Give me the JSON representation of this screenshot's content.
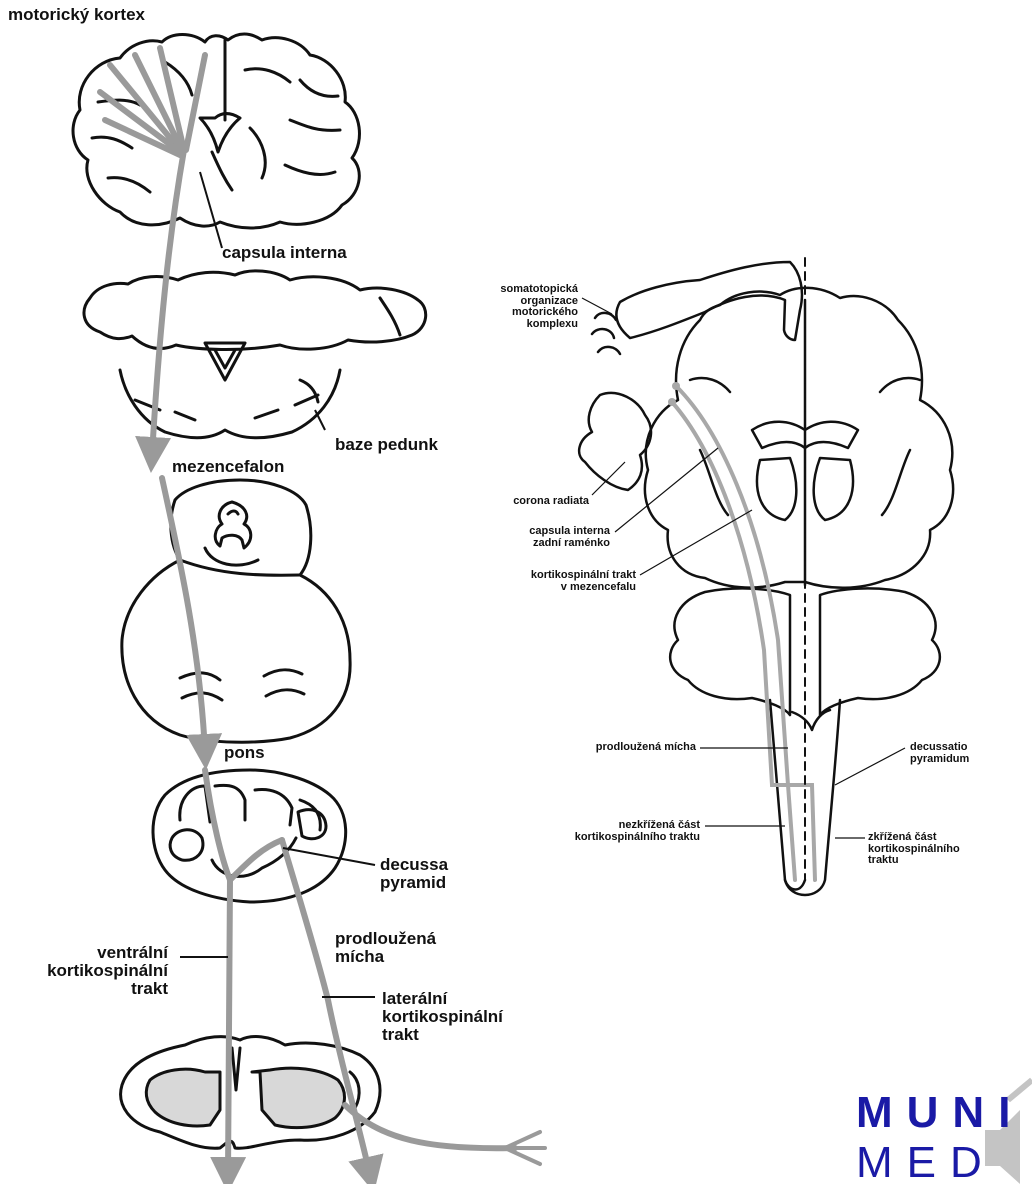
{
  "left_diagram": {
    "labels": {
      "motor_cortex": "motorický kortex",
      "internal_capsule": "capsula interna",
      "peduncle_base": "baze pedunk",
      "midbrain": "mezencefalon",
      "pons": "pons",
      "decussation": "decussa\npyramid",
      "medulla": "prodloužená\nmícha",
      "ventral_tract": "ventrální\nkortikospinální\ntrakt",
      "lateral_tract": "laterální\nkortikospinální\ntrakt"
    }
  },
  "right_diagram": {
    "labels": {
      "somatotopy": "somatotopická\norganizace\nmotorického\nkomplexu",
      "corona_radiata": "corona radiata",
      "internal_capsule_posterior": "capsula interna\nzadní raménko",
      "midbrain_tract": "kortikospinální trakt\nv mezencefalu",
      "medulla": "prodloužená mícha",
      "decussation": "decussatio\npyramidum",
      "uncrossed_part": "nezkřížená část\nkortikospinálního traktu",
      "crossed_part": "zkřížená část\nkortikospinálního\ntraktu"
    }
  },
  "logo": {
    "line1": "MUNI",
    "line2": "MED"
  },
  "colors": {
    "outline": "#111111",
    "tract": "#9a9a9a",
    "gray_matter": "#d8d8d8",
    "logo": "#1a1aa6",
    "speaker": "#c4c4c4"
  },
  "icons": [
    "speaker-icon"
  ]
}
